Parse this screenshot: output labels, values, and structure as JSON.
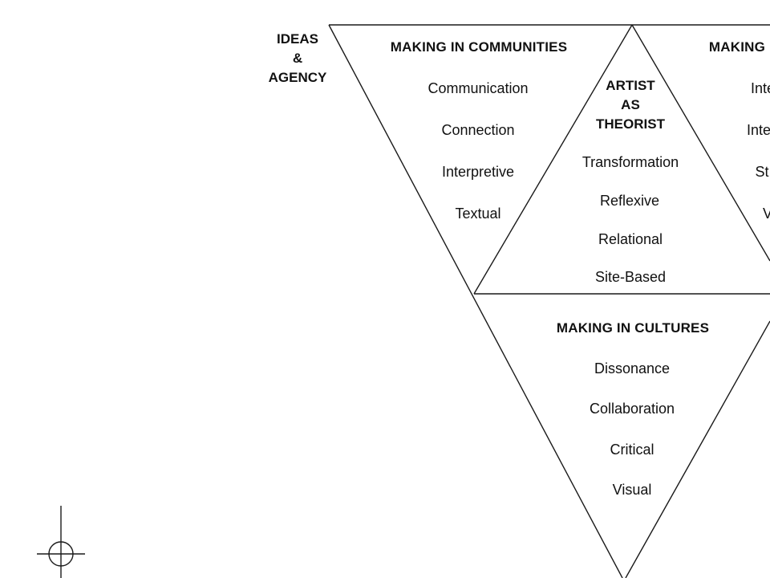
{
  "corner_label": [
    "IDEAS",
    "&",
    "AGENCY"
  ],
  "left_triangle": {
    "heading": "MAKING IN COMMUNITIES",
    "items": [
      "Communication",
      "Connection",
      "Interpretive",
      "Textual"
    ]
  },
  "center_triangle": {
    "heading": [
      "ARTIST",
      "AS",
      "THEORIST"
    ],
    "items": [
      "Transformation",
      "Reflexive",
      "Relational",
      "Site-Based"
    ]
  },
  "right_triangle": {
    "heading": "MAKING",
    "items": [
      "Inte",
      "Inte",
      "St",
      "V"
    ]
  },
  "bottom_triangle": {
    "heading": "MAKING IN CULTURES",
    "items": [
      "Dissonance",
      "Collaboration",
      "Critical",
      "Visual"
    ]
  },
  "colors": {
    "line": "#1a1a1a",
    "text": "#111111",
    "background": "#ffffff"
  },
  "icons": [
    "registration-crosshair-icon"
  ]
}
